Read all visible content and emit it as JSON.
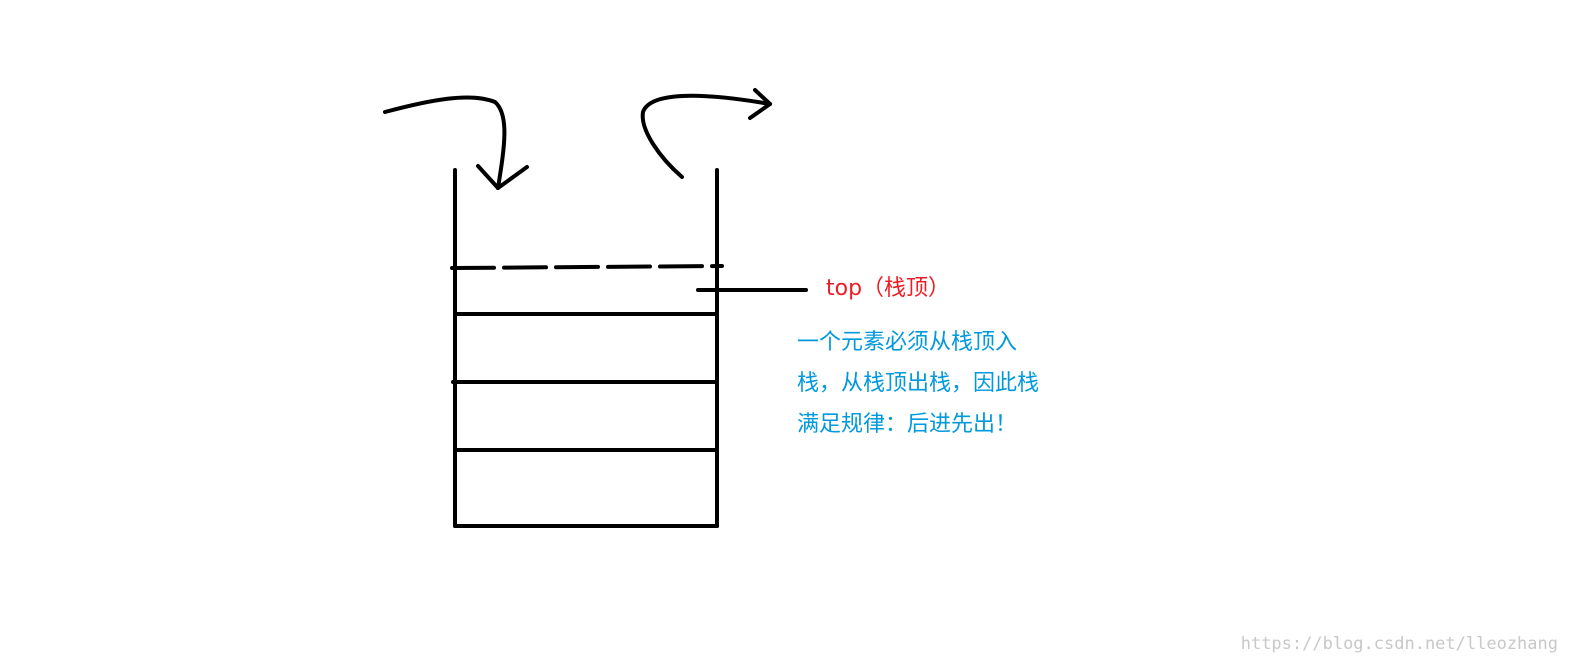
{
  "labels": {
    "top_label": "top（栈顶）",
    "description": "一个元素必须从栈顶入栈，从栈顶出栈，因此栈满足规律：后进先出！",
    "watermark": "https://blog.csdn.net/lleozhang"
  },
  "colors": {
    "top_label": "#ee1c24",
    "description": "#0099dd",
    "ink": "#000000",
    "watermark": "#c8c8c8"
  },
  "stack": {
    "filled_slots": 3,
    "top_marker": "dashed"
  },
  "icons": {
    "push": "curved-arrow-down-icon",
    "pop": "curved-arrow-up-icon"
  }
}
